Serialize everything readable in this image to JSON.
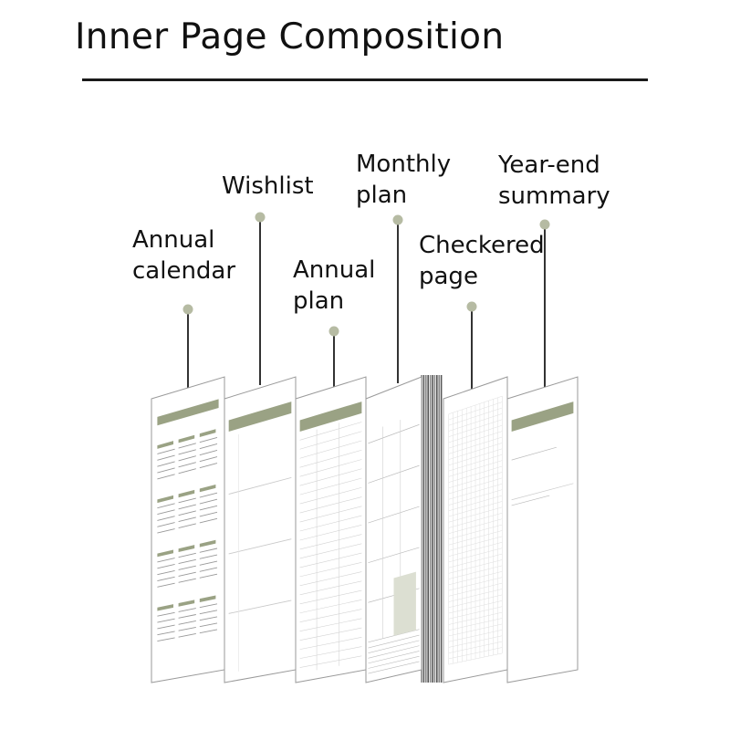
{
  "title": "Inner Page Composition",
  "colors": {
    "accent": "#9aa284",
    "pin": "#b6bba3",
    "line": "#333333",
    "paper": "#ffffff",
    "shade": "#dcdfd2"
  },
  "pages": [
    {
      "label_lines": [
        "Annual",
        "calendar"
      ]
    },
    {
      "label_lines": [
        "Wishlist"
      ]
    },
    {
      "label_lines": [
        "Annual",
        "plan"
      ]
    },
    {
      "label_lines": [
        "Monthly",
        "plan"
      ]
    },
    {
      "label_lines": [
        "Checkered",
        "page"
      ]
    },
    {
      "label_lines": [
        "Year-end",
        "summary"
      ]
    }
  ]
}
